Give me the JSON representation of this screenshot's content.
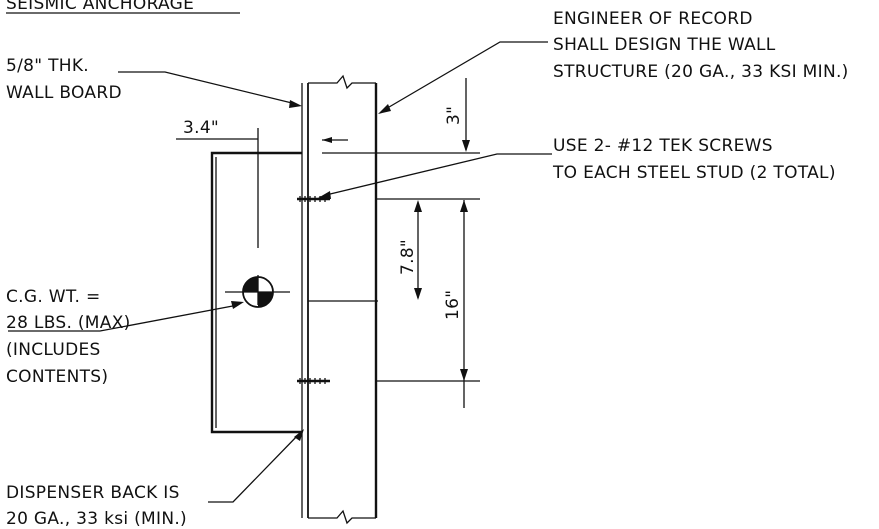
{
  "title": "SEISMIC ANCHORAGE",
  "notes": {
    "engineer": [
      "ENGINEER OF RECORD",
      "SHALL DESIGN THE WALL",
      "STRUCTURE (20 GA., 33 KSI MIN.)"
    ],
    "wallboard": [
      "5/8\" THK.",
      "WALL BOARD"
    ],
    "screws": [
      "USE 2- #12 TEK SCREWS",
      "TO EACH STEEL STUD (2 TOTAL)"
    ],
    "cg": [
      "C.G. WT. =",
      "28 LBS. (MAX)",
      "(INCLUDES",
      "CONTENTS)"
    ],
    "dispenser": [
      "DISPENSER BACK IS",
      "20 GA., 33 ksi (MIN.)"
    ]
  },
  "dimensions": {
    "offset": "3.4\"",
    "top": "3\"",
    "screw_to_cg": "7.8\"",
    "screw_spacing": "16\""
  },
  "colors": {
    "ink": "#111111",
    "background": "#ffffff"
  }
}
